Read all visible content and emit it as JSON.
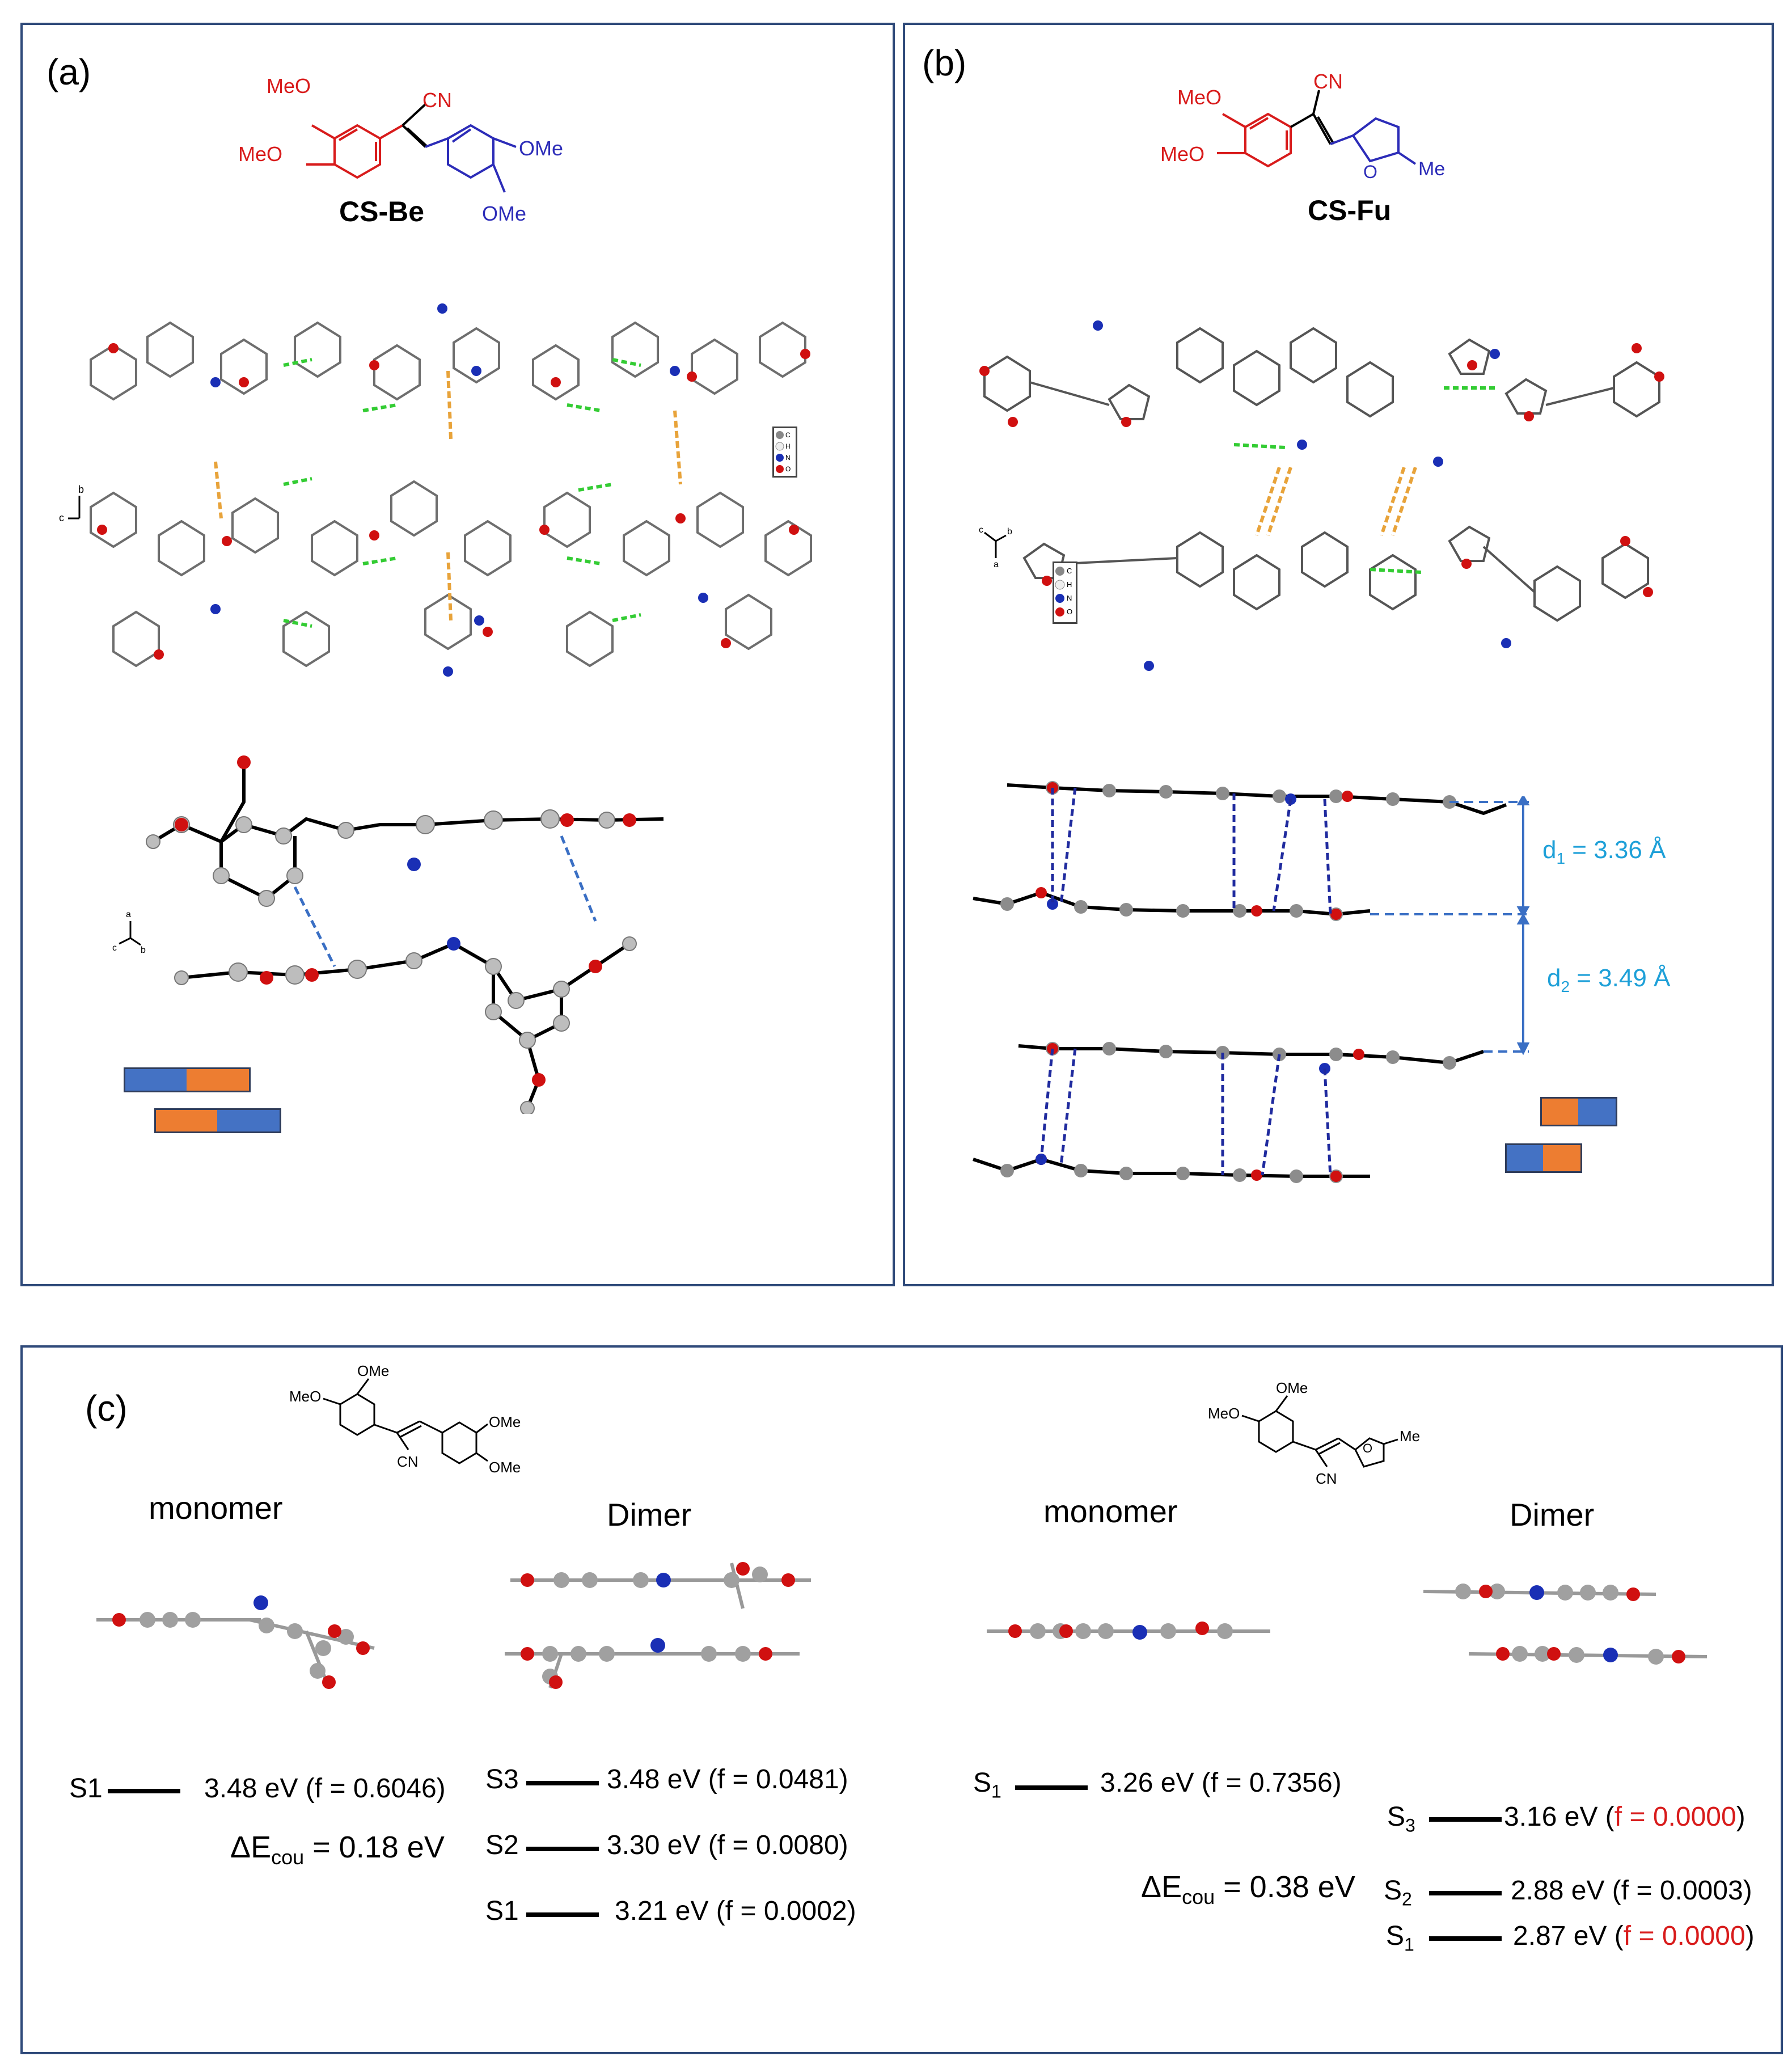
{
  "panel_a": {
    "label": "(a)",
    "compound_name": "CS-Be",
    "structure_labels": {
      "cn": "CN",
      "meo_top": "MeO",
      "meo_left": "MeO",
      "ome_right": "OMe",
      "ome_bottom": "OMe"
    },
    "axis_labels": {
      "b": "b",
      "c": "c",
      "a": "a"
    },
    "atom_legend": [
      "C",
      "H",
      "N",
      "O"
    ]
  },
  "panel_b": {
    "label": "(b)",
    "compound_name": "CS-Fu",
    "structure_labels": {
      "cn": "CN",
      "meo_top": "MeO",
      "meo_left": "MeO",
      "o": "O",
      "me": "Me"
    },
    "axis_labels": {
      "b": "b",
      "c": "c",
      "a": "a"
    },
    "atom_legend": [
      "C",
      "H",
      "N",
      "O"
    ],
    "distance_1": {
      "prefix": "d",
      "sub": "1",
      "text": " = 3.36 Å"
    },
    "distance_2": {
      "prefix": "d",
      "sub": "2",
      "text": " = 3.49 Å"
    }
  },
  "panel_c": {
    "label": "(c)",
    "be_structure": {
      "ome_top": "OMe",
      "meo": "MeO",
      "ome_r1": "OMe",
      "ome_r2": "OMe",
      "cn": "CN"
    },
    "fu_structure": {
      "ome_top": "OMe",
      "meo": "MeO",
      "o": "O",
      "me": "Me",
      "cn": "CN"
    },
    "be": {
      "monomer_title": "monomer",
      "dimer_title": "Dimer",
      "monomer_level": {
        "state": "S1",
        "value": "3.48 eV  (f = 0.6046)"
      },
      "delta": {
        "symbol": "ΔE",
        "sub": "cou",
        "value": " = 0.18 eV"
      },
      "dimer_levels": [
        {
          "state": "S3",
          "value": "3.48 eV  (f = 0.0481)"
        },
        {
          "state": "S2",
          "value": "3.30 eV (f = 0.0080)"
        },
        {
          "state": "S1",
          "value": "3.21 eV (f = 0.0002)"
        }
      ]
    },
    "fu": {
      "monomer_title": "monomer",
      "dimer_title": "Dimer",
      "monomer_level": {
        "state": "S",
        "sub": "1",
        "value": "3.26 eV (f = 0.7356)"
      },
      "delta": {
        "symbol": "ΔE",
        "sub": "cou",
        "value": " = 0.38 eV"
      },
      "dimer_levels": [
        {
          "state": "S",
          "sub": "3",
          "value": "3.16 eV  (",
          "f_text": "f = 0.0000",
          "close": ")",
          "highlight": true
        },
        {
          "state": "S",
          "sub": "2",
          "value": "2.88 eV (f = 0.0003)",
          "f_text": "",
          "close": "",
          "highlight": false
        },
        {
          "state": "S",
          "sub": "1",
          "value": "2.87 eV  (",
          "f_text": "f = 0.0000",
          "close": ")",
          "highlight": true
        }
      ]
    }
  },
  "colors": {
    "frame": "#2f4a7a",
    "red_ring": "#d81b1b",
    "blue_ring": "#2c2cb8",
    "orange": "#ed7d31",
    "blue_block": "#4472c4",
    "cyan_text": "#1ea0d8",
    "h_bond": "#33cc33",
    "pi_bond": "#e8a33a"
  }
}
